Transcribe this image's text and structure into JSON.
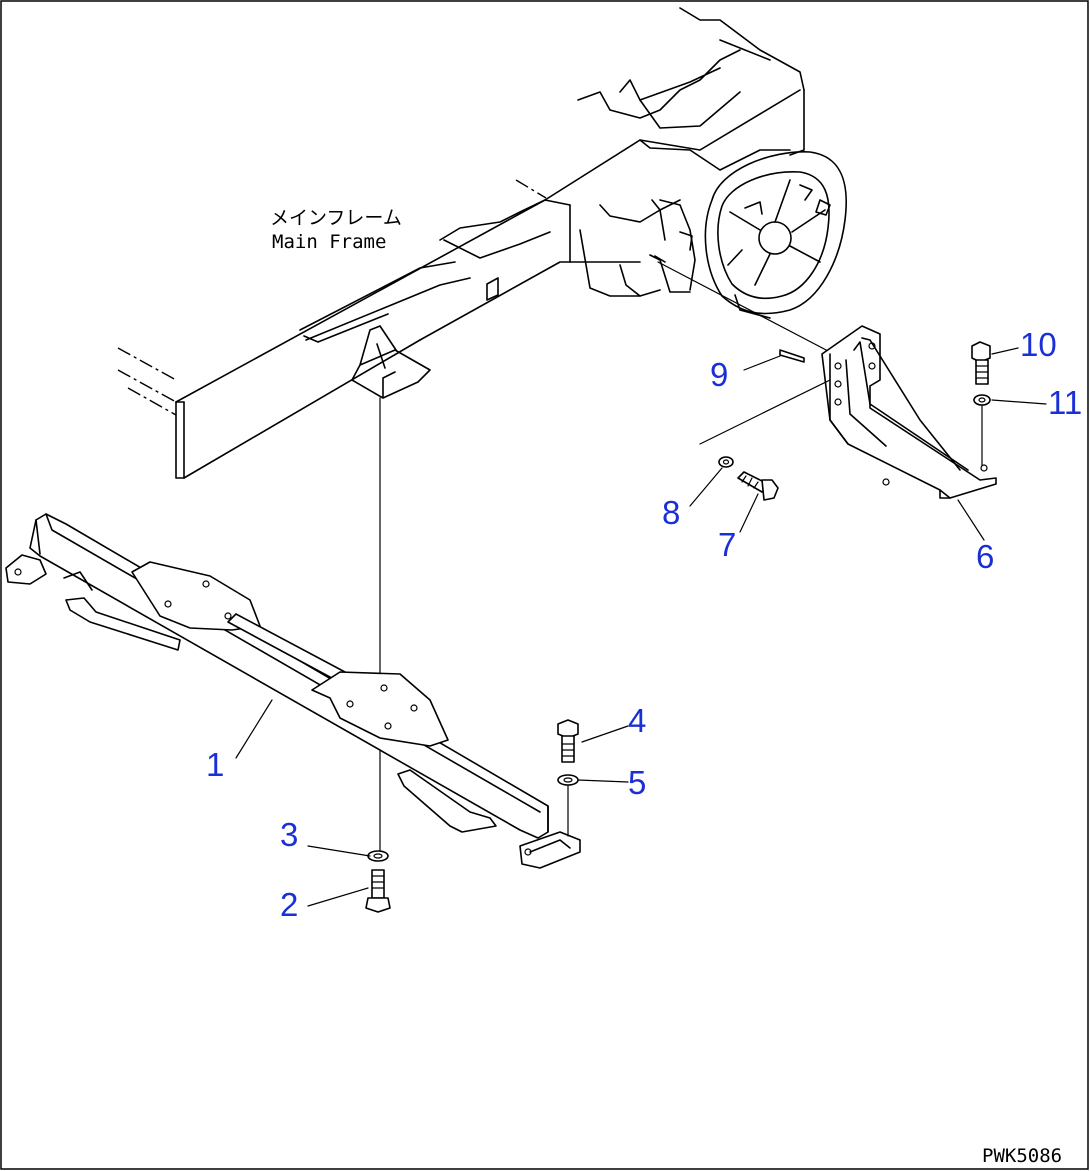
{
  "labels": {
    "main_frame_jp": "メインフレーム",
    "main_frame_en": "Main Frame",
    "drawing_code": "PWK5086"
  },
  "callouts": [
    "1",
    "2",
    "3",
    "4",
    "5",
    "6",
    "7",
    "8",
    "9",
    "10",
    "11"
  ],
  "colors": {
    "callout": "#1a2fd6",
    "line": "#000000",
    "background": "#ffffff"
  }
}
